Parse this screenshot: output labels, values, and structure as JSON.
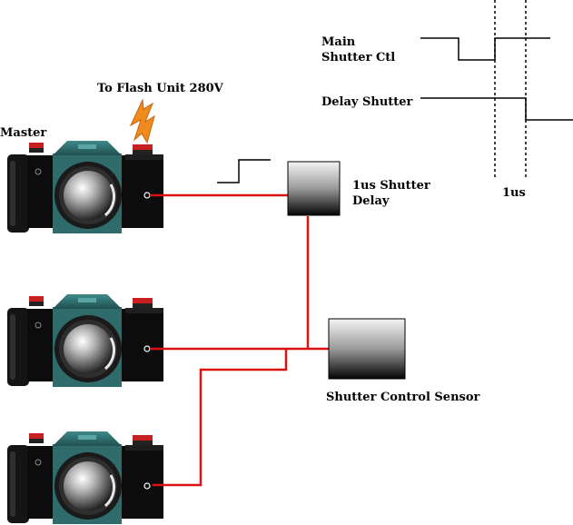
{
  "labels": {
    "master": "Master",
    "flash": "To Flash Unit 280V",
    "shutter_delay_line1": "1us Shutter",
    "shutter_delay_line2": "Delay",
    "sensor": "Shutter Control Sensor",
    "main_shutter_line1": "Main",
    "main_shutter_line2": "Shutter Ctl",
    "delay_shutter": "Delay Shutter",
    "delay_interval": "1us"
  },
  "icons": {
    "flash": "lightning-bolt-icon",
    "camera": "slr-camera-icon"
  },
  "colors": {
    "wire": "#dd1111",
    "camera_body": "#2f6b6b",
    "flash_bolt": "#f08a1e"
  }
}
